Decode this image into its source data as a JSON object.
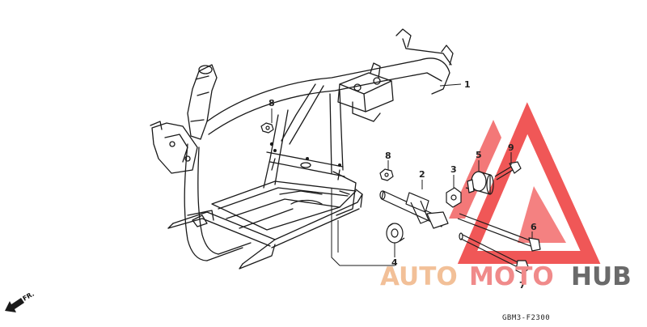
{
  "diagram": {
    "code": "GBM3-F2300",
    "direction_label": "FR.",
    "callouts": [
      {
        "id": "c1",
        "label": "1"
      },
      {
        "id": "c2",
        "label": "2"
      },
      {
        "id": "c3",
        "label": "3"
      },
      {
        "id": "c4",
        "label": "4"
      },
      {
        "id": "c5",
        "label": "5"
      },
      {
        "id": "c6",
        "label": "6"
      },
      {
        "id": "c7",
        "label": "7"
      },
      {
        "id": "c8a",
        "label": "8"
      },
      {
        "id": "c8b",
        "label": "8"
      },
      {
        "id": "c9",
        "label": "9"
      }
    ]
  },
  "watermark": {
    "part1": "AUTO",
    "part2": "MOTO",
    "part3": "HUB",
    "colors": {
      "part1": "#f2c098",
      "part2": "#f08a8a",
      "part3": "#6a6a6a",
      "triangle": "#ee3a3a"
    }
  },
  "line_color": "#1a1a1a"
}
